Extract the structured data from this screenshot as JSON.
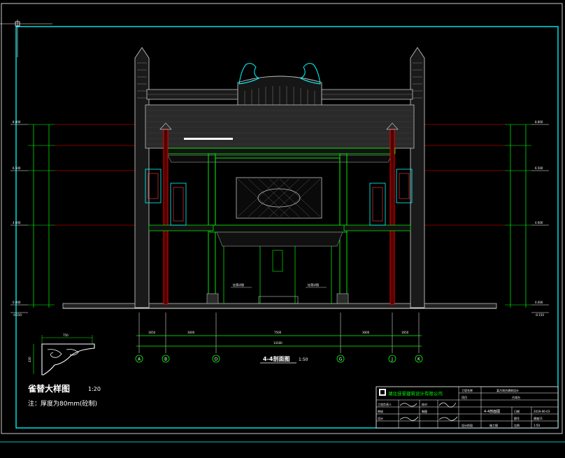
{
  "drawing": {
    "section_title": "4-4剖面图",
    "section_scale": "1:50",
    "detail_title": "雀替大样图",
    "detail_scale": "1:20",
    "note": "注：厚度为80mm(砼制)",
    "detail_width": "750",
    "detail_height": "430"
  },
  "axes": [
    "A",
    "B",
    "D",
    "G",
    "J",
    "K"
  ],
  "dimensions": {
    "total_width": "14100",
    "segments": [
      "1650",
      "3000",
      "7500",
      "3000",
      "1650"
    ]
  },
  "levels": {
    "left": [
      "8.800",
      "6.500",
      "4.600",
      "0.000",
      "-0.150"
    ],
    "right": [
      "8.800",
      "6.500",
      "4.600",
      "0.000",
      "-0.150"
    ]
  },
  "labels": {
    "left_stage": "挂落详图",
    "right_stage": "挂落详图"
  },
  "title_block": {
    "company": "湖北佳誉建筑设计有限公司",
    "project_label": "工程名称",
    "project_name": "某古戏台建筑设计",
    "item_label": "项目",
    "item_name": "古戏台",
    "drawing_name": "4-4剖面图",
    "row_labels": [
      "工程负责人",
      "审核",
      "设计"
    ],
    "col_labels": [
      "校对",
      "制图"
    ],
    "date_label": "日期",
    "date": "2019-06-03",
    "number_label": "图号",
    "number": "建施11",
    "scale_label": "比例",
    "scale": "1:50",
    "stage_label": "设计阶段",
    "stage": "施工图"
  },
  "colors": {
    "frame": "#00ffff",
    "line": "#00ff00",
    "level": "#ff0000",
    "column": "#ff0000",
    "roof": "#c0c0c0",
    "detail": "#ffffff"
  }
}
